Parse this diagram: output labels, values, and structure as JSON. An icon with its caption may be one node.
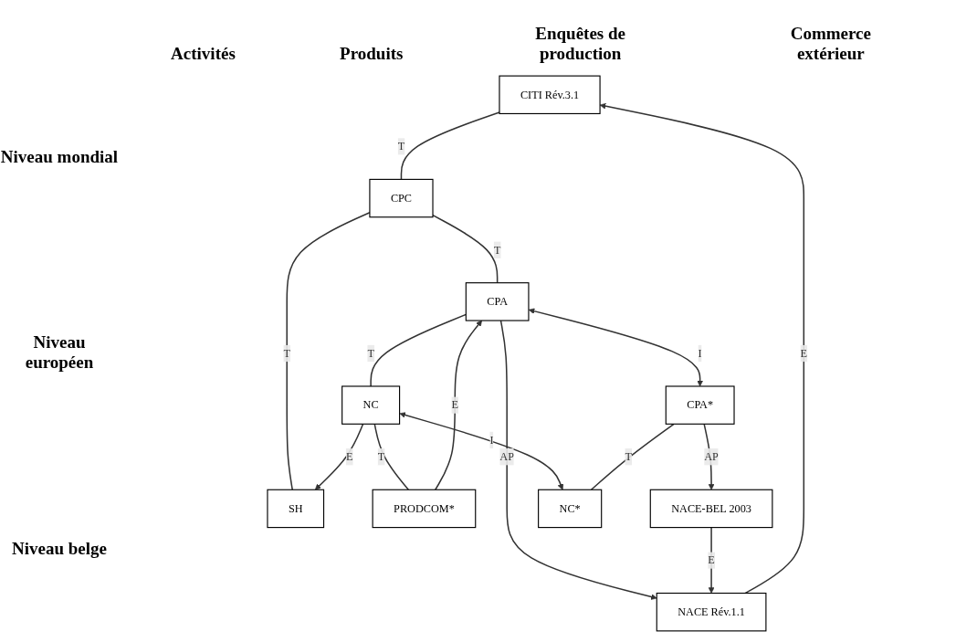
{
  "diagram": {
    "nodes": [
      {
        "text": [
          "CITI Rév.3.1"
        ]
      },
      {
        "text": [
          "CPC"
        ]
      },
      {
        "text": [
          "SH"
        ]
      },
      {
        "text": [
          "NACE Rév.1.1"
        ]
      },
      {
        "text": [
          "CPA"
        ]
      },
      {
        "text": [
          "NC"
        ]
      },
      {
        "text": [
          "PRODCOM*"
        ]
      },
      {
        "text": [
          "NACE-BEL 2003"
        ]
      },
      {
        "text": [
          "CPA*"
        ]
      },
      {
        "text": [
          "NC*"
        ]
      }
    ],
    "edges": [
      {
        "from": 0,
        "to": 1,
        "arrow": "none",
        "label": "T"
      },
      {
        "from": 1,
        "to": 2,
        "arrow": "none",
        "label": "T"
      },
      {
        "from": 3,
        "to": 0,
        "arrow": "to",
        "label": "E"
      },
      {
        "from": 1,
        "to": 4,
        "arrow": "none",
        "label": "T"
      },
      {
        "from": 5,
        "to": 2,
        "arrow": "to",
        "label": "E"
      },
      {
        "from": 4,
        "to": 3,
        "arrow": "to",
        "label": "AP"
      },
      {
        "from": 4,
        "to": 5,
        "arrow": "none",
        "label": "T"
      },
      {
        "from": 4,
        "to": 8,
        "arrow": "both",
        "label": "I"
      },
      {
        "from": 6,
        "to": 4,
        "arrow": "to",
        "label": "E"
      },
      {
        "from": 5,
        "to": 6,
        "arrow": "none",
        "label": "T"
      },
      {
        "from": 5,
        "to": 9,
        "arrow": "both",
        "label": "I"
      },
      {
        "from": 7,
        "to": 3,
        "arrow": "to",
        "label": "E"
      },
      {
        "from": 8,
        "to": 7,
        "arrow": "to",
        "label": "AP"
      },
      {
        "from": 8,
        "to": 9,
        "arrow": "none",
        "label": "T"
      }
    ],
    "labels": [
      "Activités",
      "Produits",
      "Enquêtes de production",
      "Commerce extérieur",
      "Niveau mondial",
      "Niveau européen",
      "Niveau belge"
    ]
  }
}
